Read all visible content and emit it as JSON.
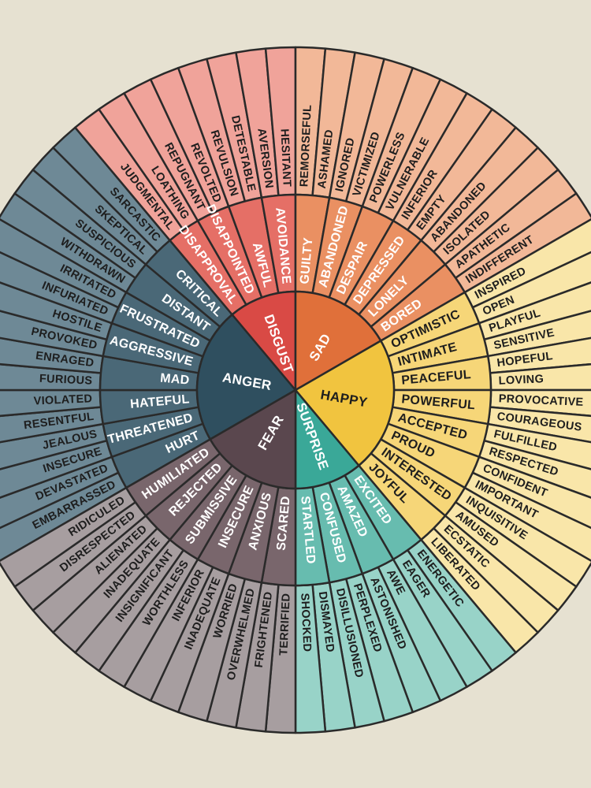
{
  "background": "#e6e1d1",
  "outline": "#2a2a2a",
  "emotions": [
    {
      "core": "ANGER",
      "colors": {
        "inner": "#2f4f5f",
        "middle": "#4a6877",
        "outer": "#6e8996",
        "text_light": "#ffffff",
        "text_dark": "#1e1e1e"
      },
      "sub": [
        {
          "label": "HURT",
          "leaves": [
            "EMBARRASSED",
            "DEVASTATED"
          ]
        },
        {
          "label": "THREATENED",
          "leaves": [
            "INSECURE",
            "JEALOUS"
          ]
        },
        {
          "label": "HATEFUL",
          "leaves": [
            "RESENTFUL",
            "VIOLATED"
          ]
        },
        {
          "label": "MAD",
          "leaves": [
            "FURIOUS",
            "ENRAGED"
          ]
        },
        {
          "label": "AGGRESSIVE",
          "leaves": [
            "PROVOKED",
            "HOSTILE"
          ]
        },
        {
          "label": "FRUSTRATED",
          "leaves": [
            "INFURIATED",
            "IRRITATED"
          ]
        },
        {
          "label": "DISTANT",
          "leaves": [
            "WITHDRAWN",
            "SUSPICIOUS"
          ]
        },
        {
          "label": "CRITICAL",
          "leaves": [
            "SKEPTICAL",
            "SARCASTIC"
          ]
        }
      ]
    },
    {
      "core": "DISGUST",
      "colors": {
        "inner": "#d94a45",
        "middle": "#e56f66",
        "outer": "#f0a39a",
        "text_light": "#ffffff",
        "text_dark": "#1e1e1e"
      },
      "sub": [
        {
          "label": "DISAPPROVAL",
          "leaves": [
            "JUDGMENTAL",
            "LOATHING"
          ]
        },
        {
          "label": "DISAPPOINTED",
          "leaves": [
            "REPUGNANT",
            "REVOLTED"
          ]
        },
        {
          "label": "AWFUL",
          "leaves": [
            "REVULSION",
            "DETESTABLE"
          ]
        },
        {
          "label": "AVOIDANCE",
          "leaves": [
            "AVERSION",
            "HESITANT"
          ]
        }
      ]
    },
    {
      "core": "SAD",
      "colors": {
        "inner": "#e0703a",
        "middle": "#ea9062",
        "outer": "#f2b898",
        "text_light": "#ffffff",
        "text_dark": "#1e1e1e"
      },
      "sub": [
        {
          "label": "GUILTY",
          "leaves": [
            "REMORSEFUL",
            "ASHAMED"
          ]
        },
        {
          "label": "ABANDONED",
          "leaves": [
            "IGNORED",
            "VICTIMIZED"
          ]
        },
        {
          "label": "DESPAIR",
          "leaves": [
            "POWERLESS",
            "VULNERABLE"
          ]
        },
        {
          "label": "DEPRESSED",
          "leaves": [
            "INFERIOR",
            "EMPTY"
          ]
        },
        {
          "label": "LONELY",
          "leaves": [
            "ABANDONED",
            "ISOLATED"
          ]
        },
        {
          "label": "BORED",
          "leaves": [
            "APATHETIC",
            "INDIFFERENT"
          ]
        }
      ]
    },
    {
      "core": "HAPPY",
      "colors": {
        "inner": "#f1c43f",
        "middle": "#f6d678",
        "outer": "#f9e6a9",
        "text_light": "#1e1e1e",
        "text_dark": "#1e1e1e"
      },
      "sub": [
        {
          "label": "OPTIMISTIC",
          "leaves": [
            "INSPIRED",
            "OPEN"
          ]
        },
        {
          "label": "INTIMATE",
          "leaves": [
            "PLAYFUL",
            "SENSITIVE"
          ]
        },
        {
          "label": "PEACEFUL",
          "leaves": [
            "HOPEFUL",
            "LOVING"
          ]
        },
        {
          "label": "POWERFUL",
          "leaves": [
            "PROVOCATIVE",
            "COURAGEOUS"
          ]
        },
        {
          "label": "ACCEPTED",
          "leaves": [
            "FULFILLED",
            "RESPECTED"
          ]
        },
        {
          "label": "PROUD",
          "leaves": [
            "CONFIDENT",
            "IMPORTANT"
          ]
        },
        {
          "label": "INTERESTED",
          "leaves": [
            "INQUISITIVE",
            "AMUSED"
          ]
        },
        {
          "label": "JOYFUL",
          "leaves": [
            "ECSTATIC",
            "LIBERATED"
          ]
        }
      ]
    },
    {
      "core": "SURPRISE",
      "colors": {
        "inner": "#3aa898",
        "middle": "#67bcaf",
        "outer": "#98d3c8",
        "text_light": "#ffffff",
        "text_dark": "#1e1e1e"
      },
      "sub": [
        {
          "label": "EXCITED",
          "leaves": [
            "ENERGETIC",
            "EAGER"
          ]
        },
        {
          "label": "AMAZED",
          "leaves": [
            "AWE",
            "ASTONISHED"
          ]
        },
        {
          "label": "CONFUSED",
          "leaves": [
            "PERPLEXED",
            "DISILLUSIONED"
          ]
        },
        {
          "label": "STARTLED",
          "leaves": [
            "DISMAYED",
            "SHOCKED"
          ]
        }
      ]
    },
    {
      "core": "FEAR",
      "colors": {
        "inner": "#5a474e",
        "middle": "#79666c",
        "outer": "#a79ea0",
        "text_light": "#ffffff",
        "text_dark": "#1e1e1e"
      },
      "sub": [
        {
          "label": "SCARED",
          "leaves": [
            "TERRIFIED",
            "FRIGHTENED"
          ]
        },
        {
          "label": "ANXIOUS",
          "leaves": [
            "OVERWHELMED",
            "WORRIED"
          ]
        },
        {
          "label": "INSECURE",
          "leaves": [
            "INADEQUATE",
            "INFERIOR"
          ]
        },
        {
          "label": "SUBMISSIVE",
          "leaves": [
            "WORTHLESS",
            "INSIGNIFICANT"
          ]
        },
        {
          "label": "REJECTED",
          "leaves": [
            "INADEQUATE",
            "ALIENATED"
          ]
        },
        {
          "label": "HUMILIATED",
          "leaves": [
            "DISRESPECTED",
            "RIDICULED"
          ]
        }
      ]
    }
  ]
}
